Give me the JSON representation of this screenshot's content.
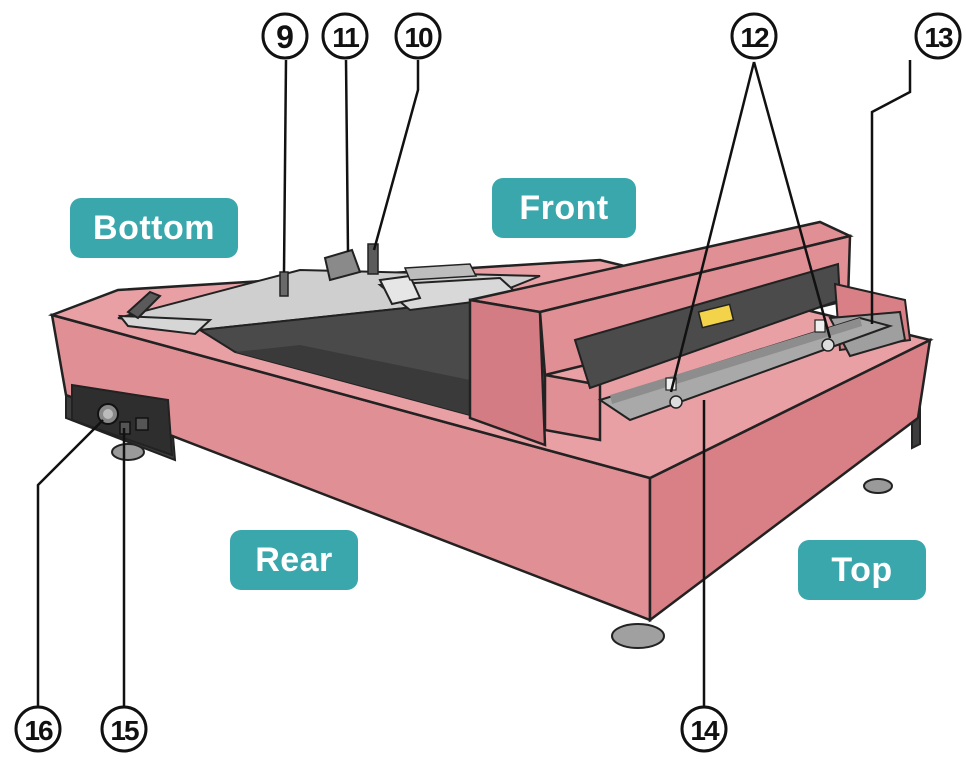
{
  "labels": {
    "bottom": "Bottom",
    "front": "Front",
    "rear": "Rear",
    "top": "Top"
  },
  "callouts": {
    "c9": "9",
    "c10": "10",
    "c11": "11",
    "c12": "12",
    "c13": "13",
    "c14": "14",
    "c15": "15",
    "c16": "16"
  },
  "colors": {
    "body": "#e08f95",
    "body_dark": "#c97076",
    "bed": "#4a4a4a",
    "metal": "#c8c8c8",
    "badge": "#3aa7ad"
  }
}
